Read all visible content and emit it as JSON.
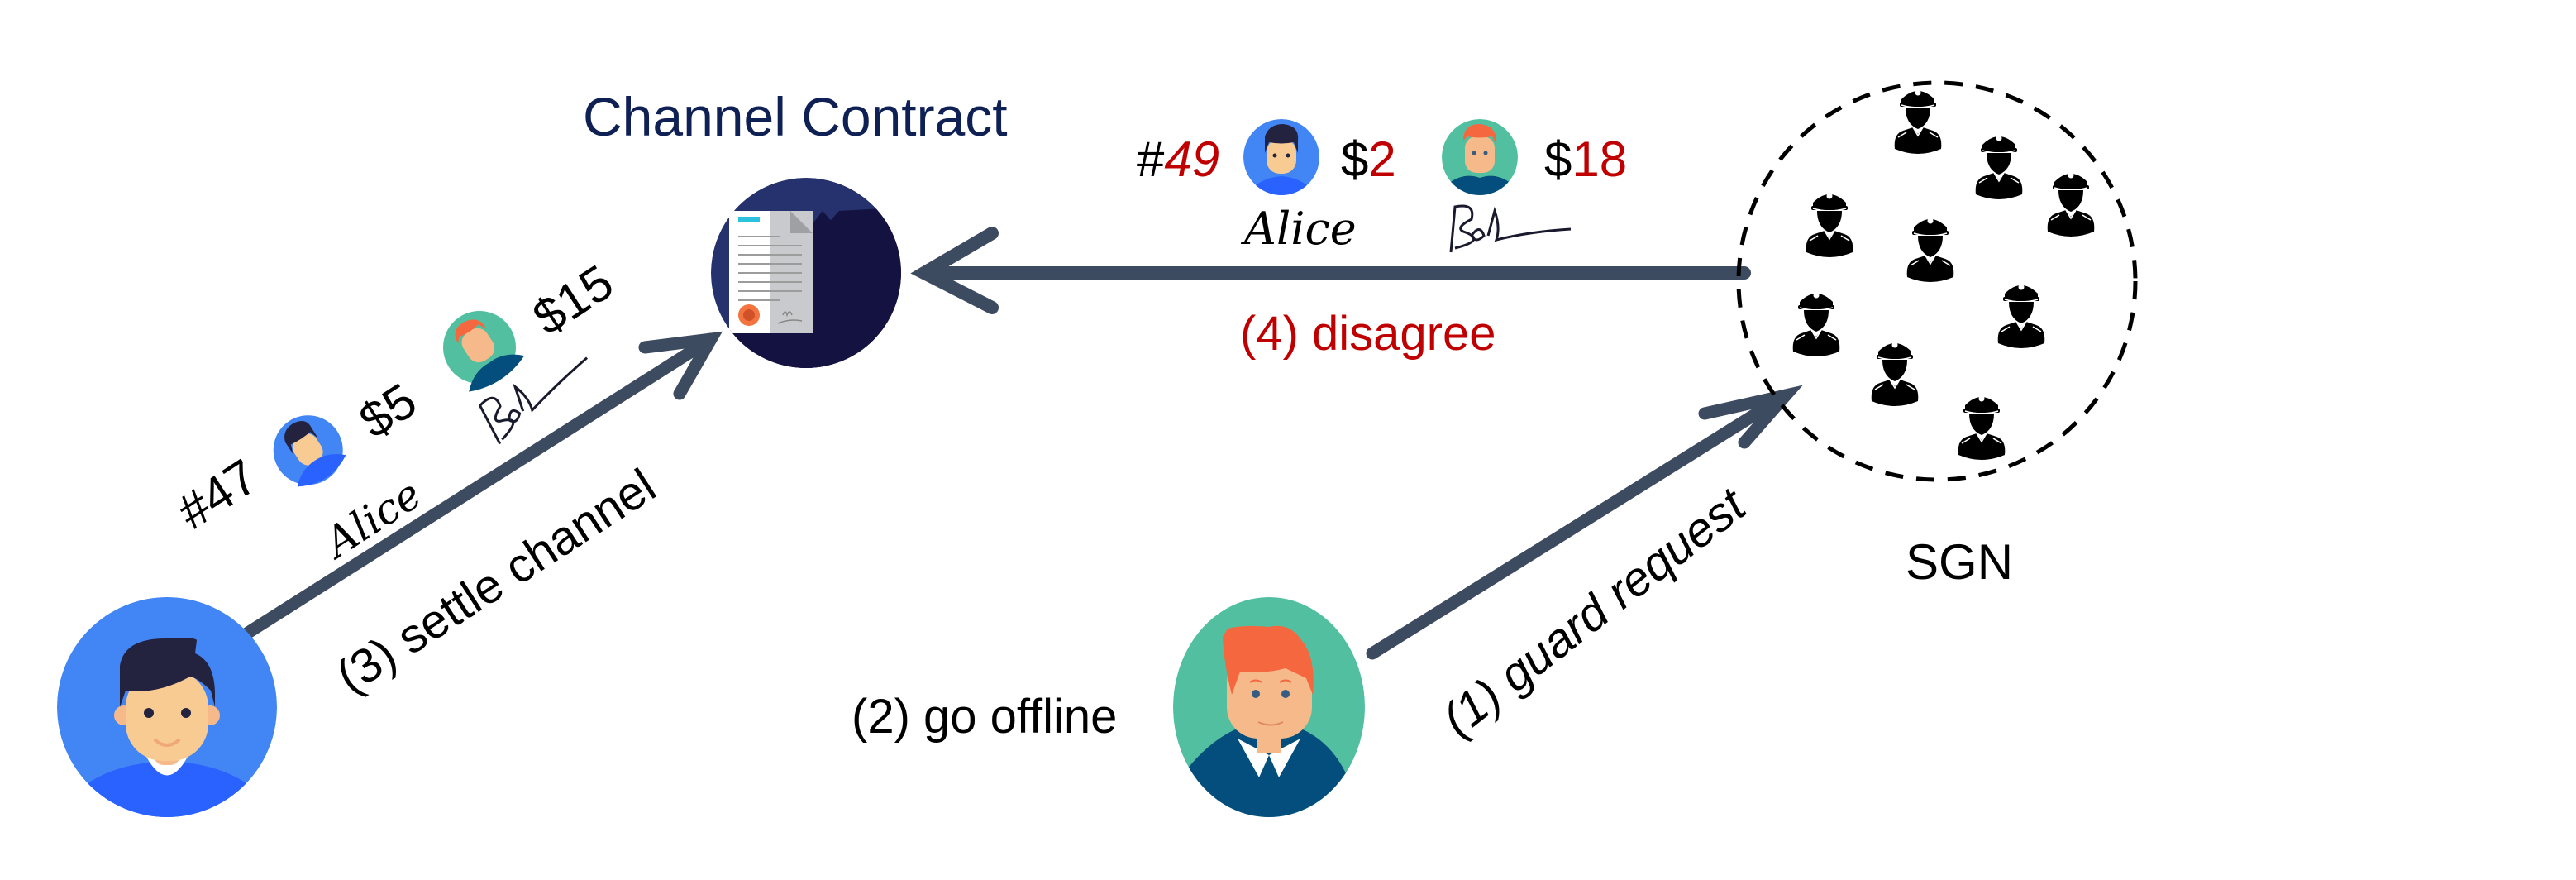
{
  "diagram": {
    "title": "Channel Contract",
    "nodes": {
      "contract": {
        "label": "Channel Contract",
        "icon": "contract-document-icon",
        "color": "#25326e"
      },
      "alice": {
        "name": "Alice",
        "icon": "alice-avatar-icon",
        "color": "#4285f4"
      },
      "bob": {
        "name": "Bob",
        "icon": "bob-avatar-icon",
        "color": "#52c0a0"
      },
      "sgn": {
        "label": "SGN",
        "icon": "guard-icon",
        "guard_count": 10
      }
    },
    "edges": [
      {
        "step": "(1) guard request",
        "from": "bob",
        "to": "sgn",
        "italic": true
      },
      {
        "step": "(2) go offline",
        "node": "bob"
      },
      {
        "step": "(3) settle channel",
        "from": "alice",
        "to": "contract"
      },
      {
        "step": "(4) disagree",
        "from": "sgn",
        "to": "contract",
        "color": "#c00000"
      }
    ],
    "states": {
      "settle": {
        "seq_prefix": "#",
        "seq": "47",
        "alice_amount_prefix": "$",
        "alice_amount": "5",
        "bob_amount_prefix": "$",
        "bob_amount": "15",
        "alice_signature": "Alice",
        "bob_signature": "Bob"
      },
      "disagree": {
        "seq_prefix": "#",
        "seq": "49",
        "alice_amount_prefix": "$",
        "alice_amount": "2",
        "bob_amount_prefix": "$",
        "bob_amount": "18",
        "alice_signature": "Alice",
        "bob_signature": "Bob"
      }
    },
    "colors": {
      "arrow": "#3d4b60",
      "highlight": "#c00000",
      "title": "#0f2055"
    }
  }
}
